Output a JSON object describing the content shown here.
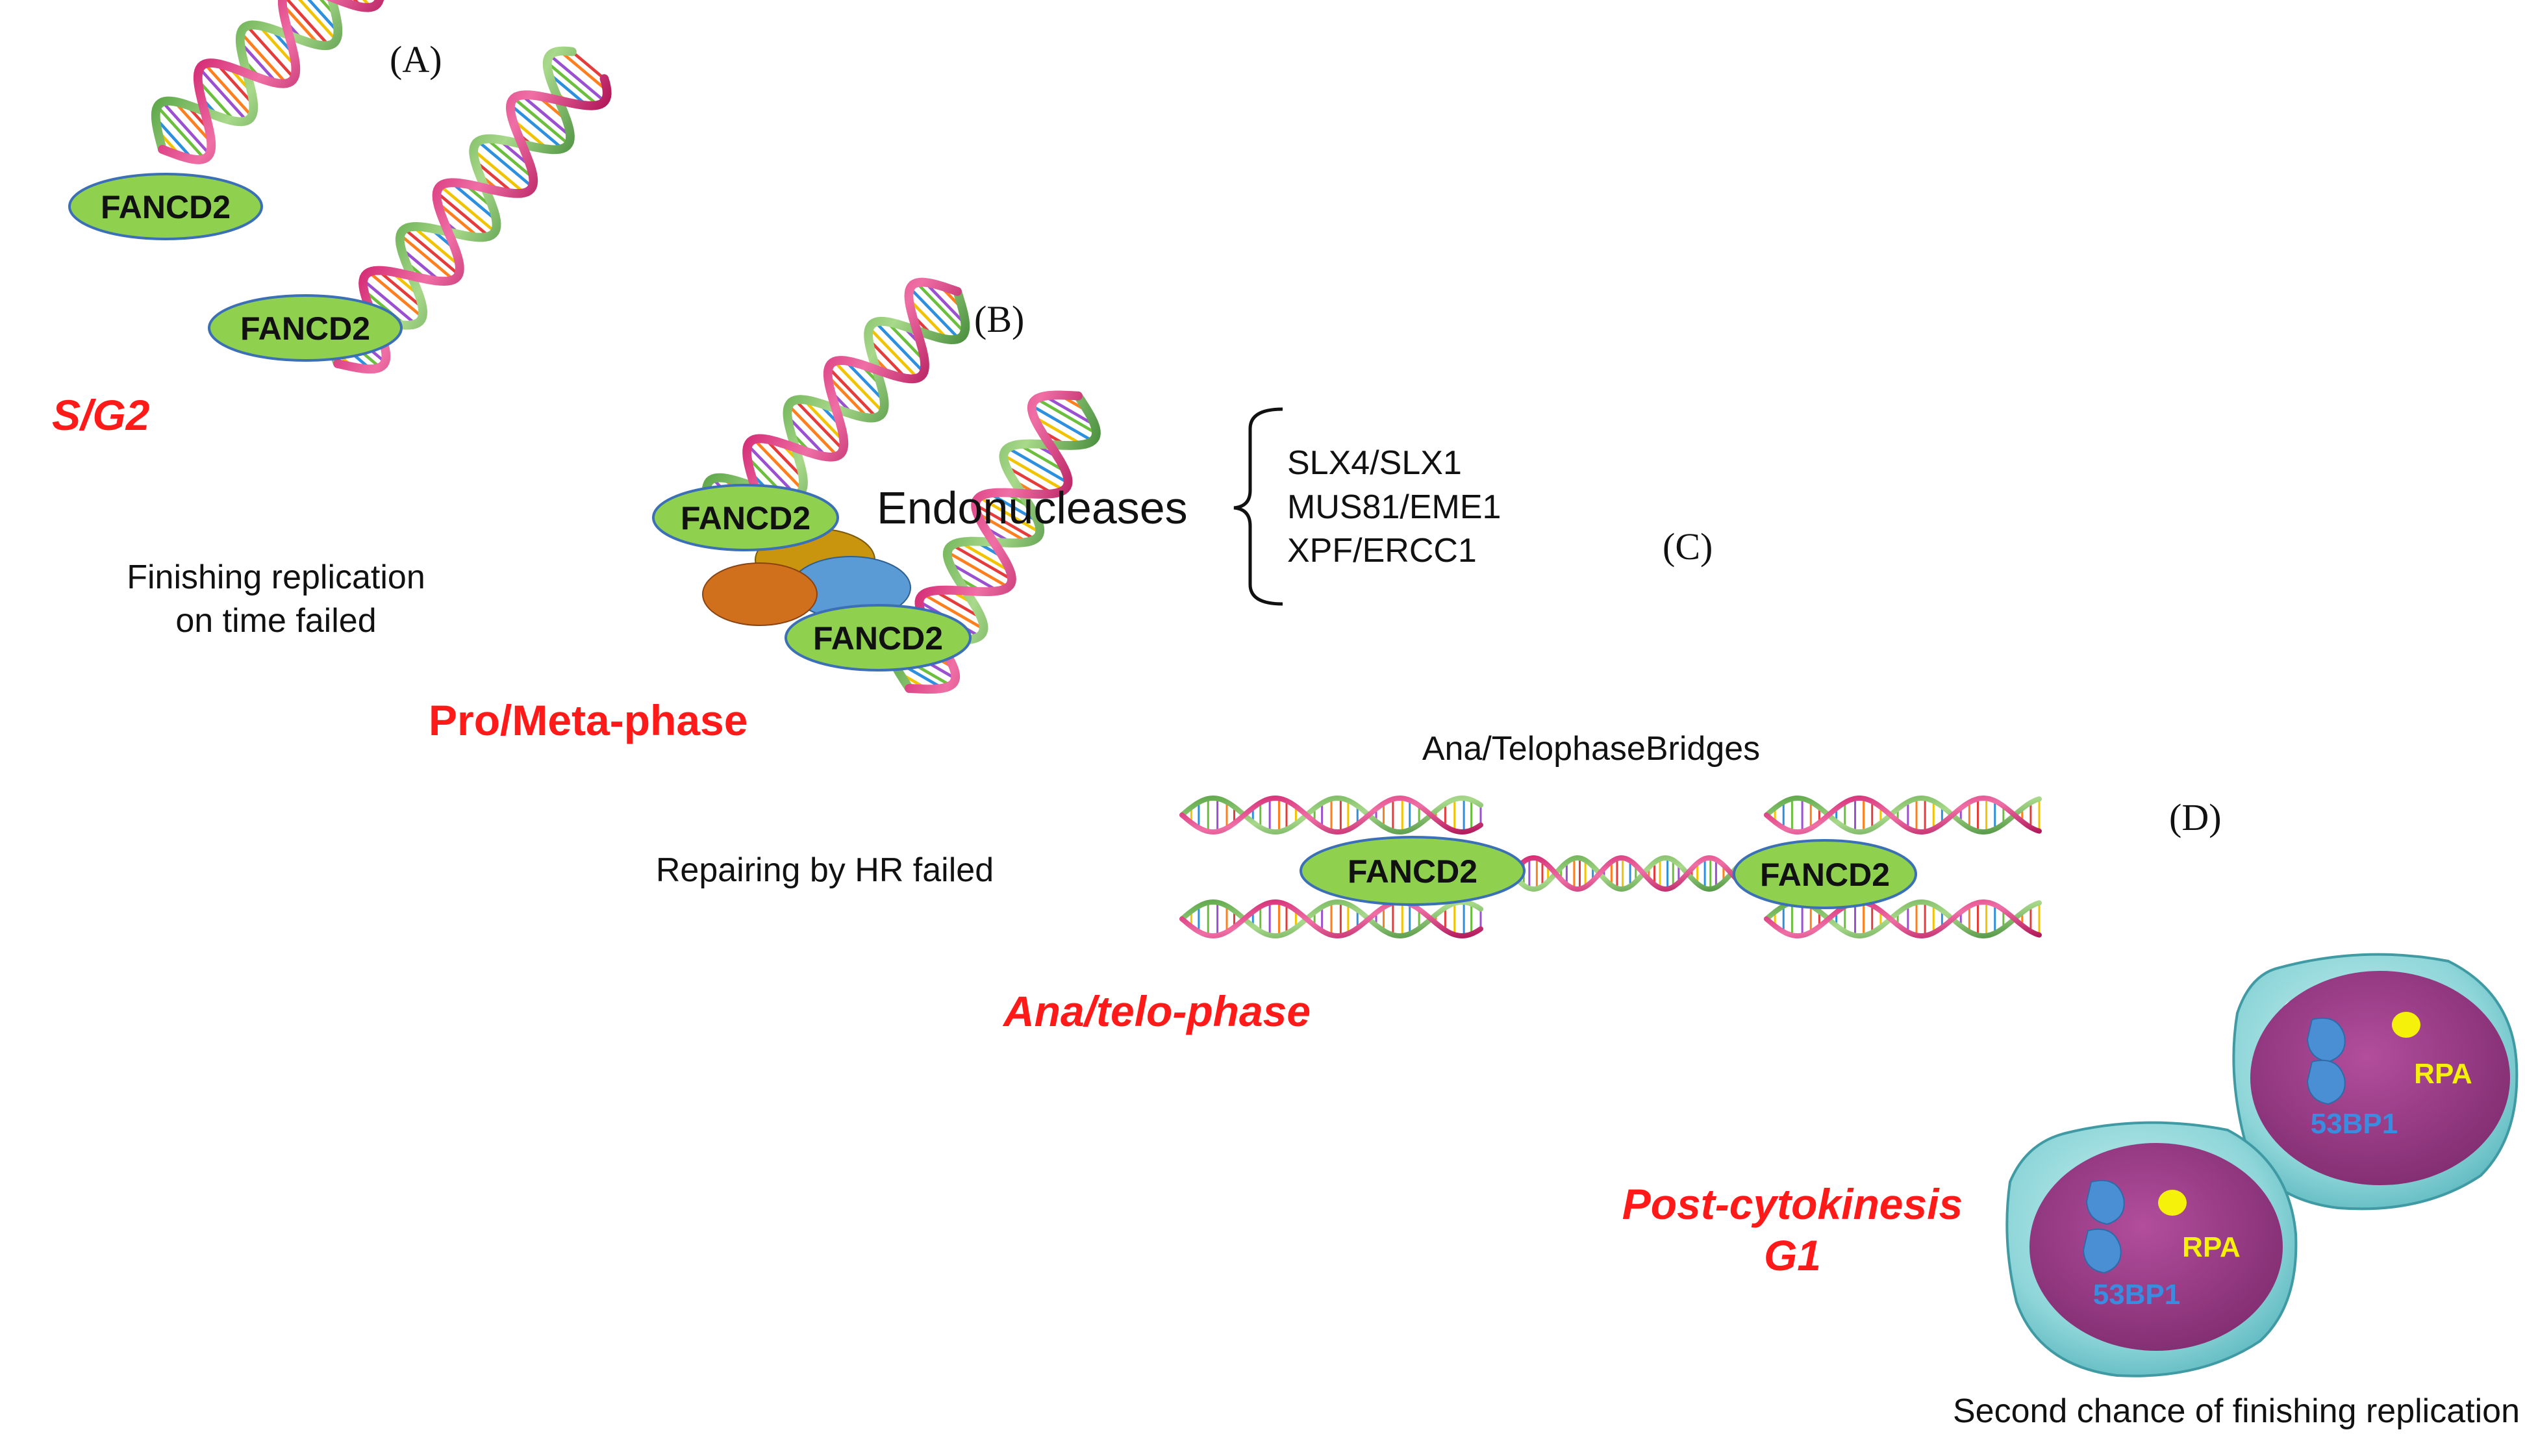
{
  "panels": {
    "a": {
      "letter": "(A)",
      "phase": "S/G2",
      "protein_label": "FANCD2",
      "caption_line1": "Finishing replication",
      "caption_line2": "on time failed"
    },
    "b": {
      "letter": "(B)",
      "phase": "Pro/Meta-phase",
      "protein_label": "FANCD2",
      "caption": "Repairing by HR failed"
    },
    "c": {
      "letter": "(C)",
      "endonucleases_label": "Endonucleases",
      "enzymes": [
        "SLX4/SLX1",
        "MUS81/EME1",
        "XPF/ERCC1"
      ],
      "phase": "Ana/telo-phase",
      "protein_label": "FANCD2",
      "bridges_label": "Ana/TelophaseBridges"
    },
    "d": {
      "letter": "(D)",
      "phase_line1": "Post-cytokinesis",
      "phase_line2": "G1",
      "foci_label_1": "53BP1",
      "foci_label_2": "RPA",
      "caption": "Second chance of finishing replication"
    }
  },
  "colors": {
    "phase_text": "#ff1a1a",
    "fancd2_fill": "#8fd14f",
    "fancd2_stroke": "#3b6fb6",
    "nuclease_1": "#d0701c",
    "nuclease_2": "#c9950e",
    "nuclease_3": "#5b9bd5",
    "cell_outer": "#9ee0e0",
    "nucleus": "#9a3c86",
    "foci_53bp1": "#4a8fd4",
    "rpa_focus": "#f5f10a"
  }
}
